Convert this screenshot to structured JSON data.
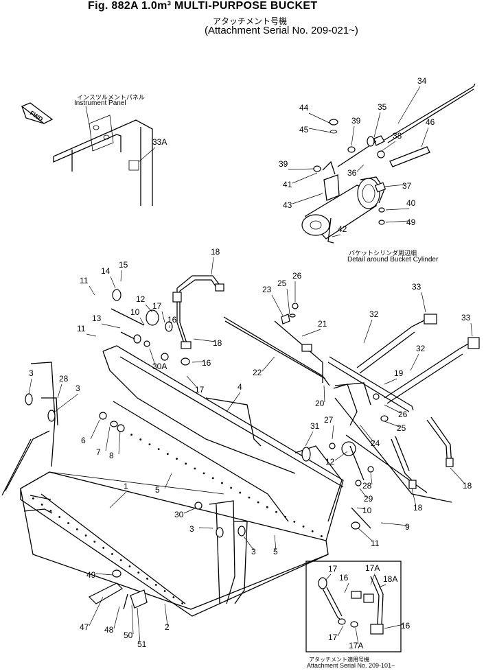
{
  "header": {
    "fig_title": "Fig. 882A 1.0m³ MULTI-PURPOSE BUCKET",
    "serial_jp": "アタッチメント号機",
    "serial_en": "Attachment Serial No. 209-021~"
  },
  "insets": {
    "instrument_panel_jp": "インスツルメントパネル",
    "instrument_panel_en": "Instrument Panel",
    "fwd_label": "FWD",
    "cylinder_detail_jp": "バケットシリンダ周辺細",
    "cylinder_detail_en": "Detail around Bucket Cylinder",
    "lower_serial_jp": "アタッチメント適用号機",
    "lower_serial_en": "Attachment Serial No. 209-101~"
  },
  "part_numbers": [
    "1",
    "2",
    "3",
    "4",
    "5",
    "6",
    "7",
    "8",
    "9",
    "10",
    "11",
    "12",
    "13",
    "14",
    "15",
    "16",
    "17",
    "17A",
    "18",
    "18A",
    "19",
    "20",
    "21",
    "22",
    "23",
    "24",
    "25",
    "26",
    "27",
    "28",
    "29",
    "30",
    "30A",
    "31",
    "32",
    "33",
    "33A",
    "34",
    "35",
    "36",
    "37",
    "38",
    "39",
    "40",
    "41",
    "42",
    "43",
    "44",
    "45",
    "46",
    "47",
    "48",
    "49",
    "50",
    "51"
  ]
}
